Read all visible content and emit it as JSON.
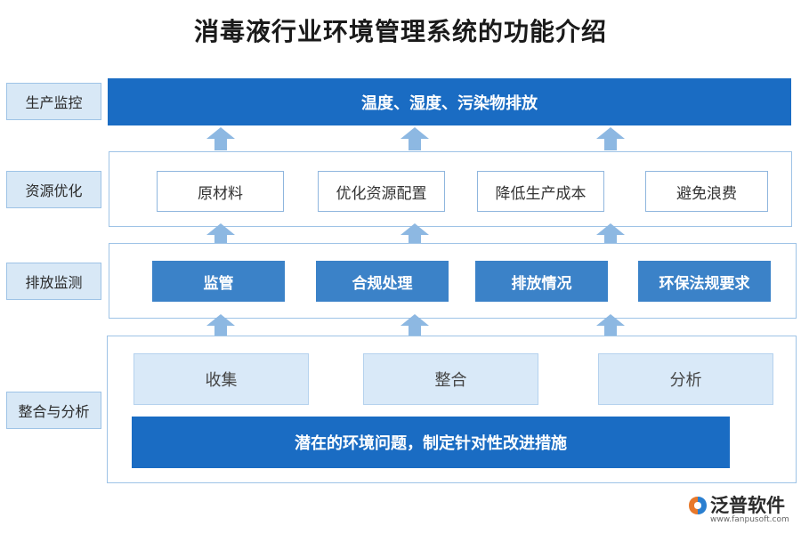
{
  "title": "消毒液行业环境管理系统的功能介绍",
  "layers": {
    "production": {
      "label": "生产监控",
      "bar": "温度、湿度、污染物排放"
    },
    "resource": {
      "label": "资源优化",
      "items": [
        "原材料",
        "优化资源配置",
        "降低生产成本",
        "避免浪费"
      ]
    },
    "emission": {
      "label": "排放监测",
      "items": [
        "监管",
        "合规处理",
        "排放情况",
        "环保法规要求"
      ]
    },
    "analysis": {
      "label": "整合与分析",
      "items": [
        "收集",
        "整合",
        "分析"
      ],
      "bar": "潜在的环境问题，制定针对性改进措施"
    }
  },
  "logo": {
    "name": "泛普软件",
    "url": "www.fanpusoft.com"
  },
  "colors": {
    "dark_blue": "#1a6cc3",
    "mid_blue": "#3b82c8",
    "light_blue": "#d9e9f8",
    "arrow": "#8db8e2"
  }
}
